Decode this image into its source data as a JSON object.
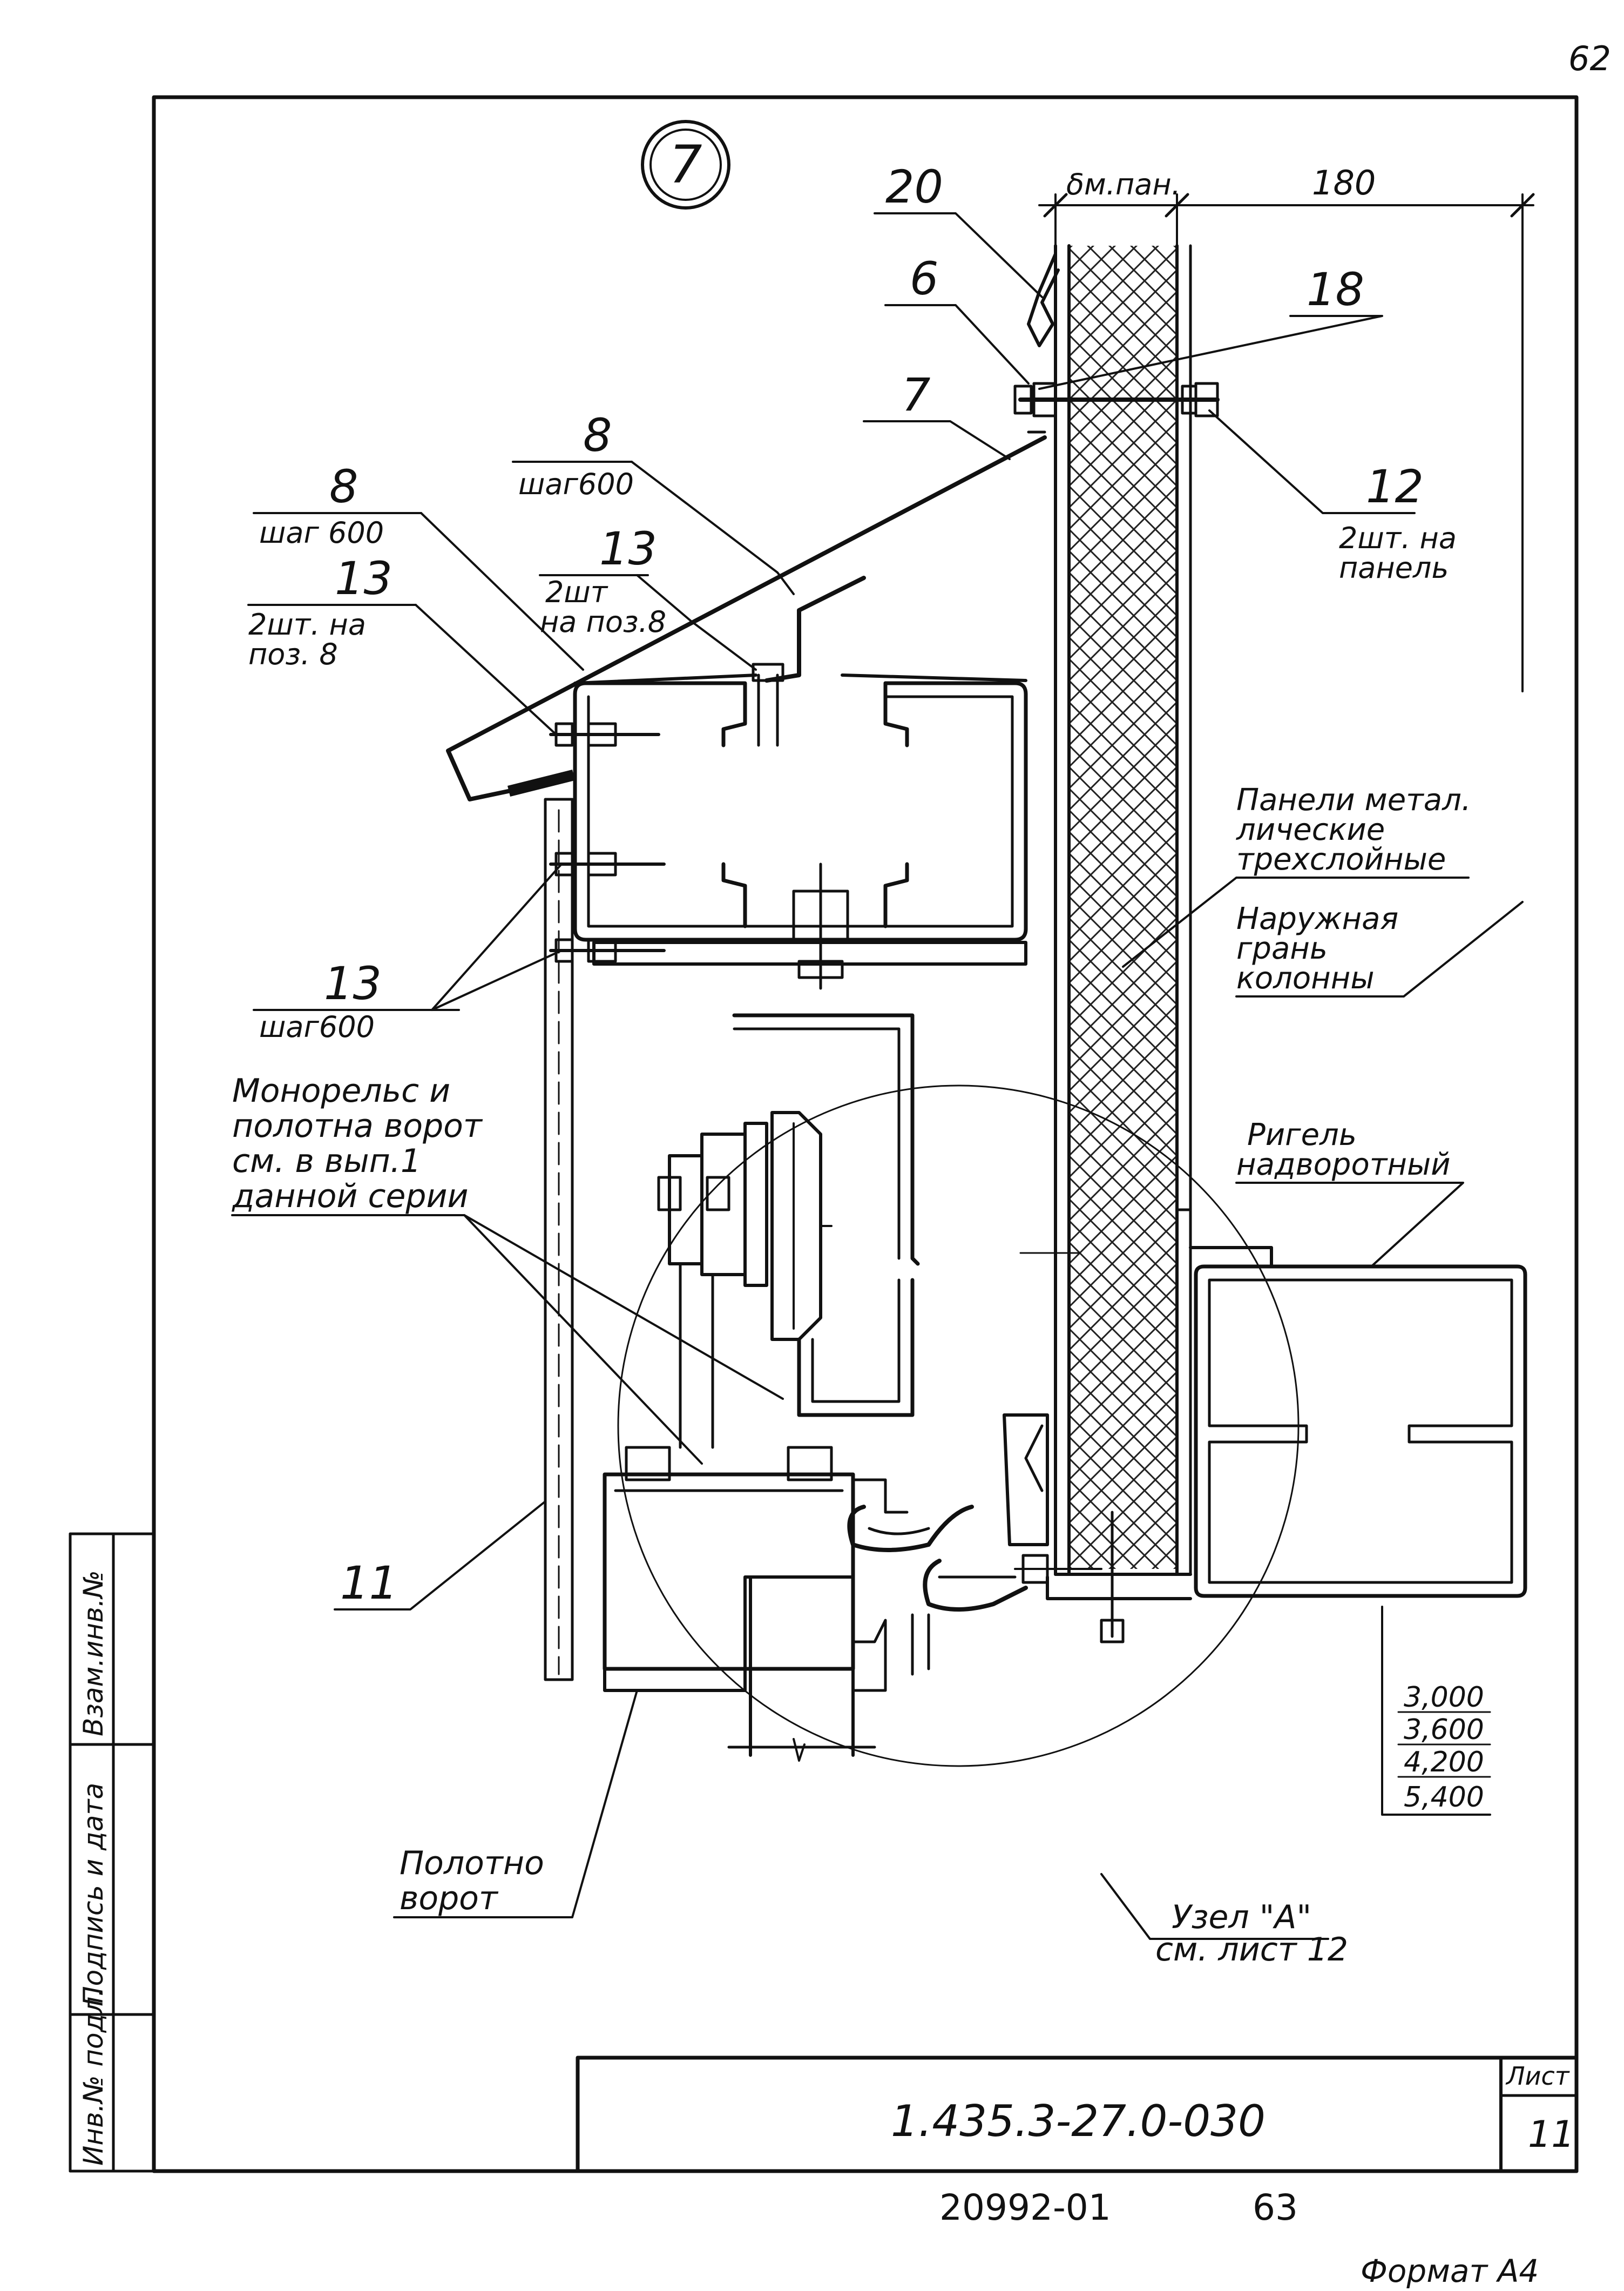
{
  "sheet": {
    "corner_page_number": "62",
    "detail_number": "7",
    "bottom_number": "20992-01",
    "bottom_page": "63",
    "footer_handwritten": "Формат А4"
  },
  "dimensions": {
    "panel_thickness": "δм.пан.",
    "offset": "180"
  },
  "callouts": {
    "pos20": "20",
    "pos18": "18",
    "pos6": "6",
    "pos7": "7",
    "pos12": "12",
    "pos12_note": [
      "2шт. на",
      "панель"
    ],
    "pos8_a": "8",
    "pos8_a_note": "шаг600",
    "pos8_b": "8",
    "pos8_b_note": "шаг 600",
    "pos13_a": "13",
    "pos13_a_note": [
      "2шт",
      "на поз.8"
    ],
    "pos13_b": "13",
    "pos13_b_note": [
      "2шт. на",
      "поз. 8"
    ],
    "pos13_c": "13",
    "pos13_c_note": "шаг600",
    "pos11": "11"
  },
  "labels": {
    "panels": [
      "Панели метал.",
      "лические",
      "трехслойные"
    ],
    "column_face": [
      "Наружная",
      "грань",
      "колонны"
    ],
    "monorail": [
      "Монорельс и",
      "полотна ворот",
      "см. в вып.1",
      "данной серии"
    ],
    "transom": [
      "Ригель",
      "надворотный"
    ],
    "elevations": [
      "3,000",
      "3,600",
      "4,200",
      "5,400"
    ],
    "gate_leaf": [
      "Полотно",
      "ворот"
    ],
    "node_a": [
      "Узел \"А\"",
      "см. лист 12"
    ]
  },
  "stamp": {
    "left_strip": [
      "Инв.№ подл.",
      "Подпись и дата",
      "Взам.инв.№"
    ],
    "designation": "1.435.3-27.0-030",
    "sheet_label": "Лист",
    "sheet_number": "11"
  }
}
